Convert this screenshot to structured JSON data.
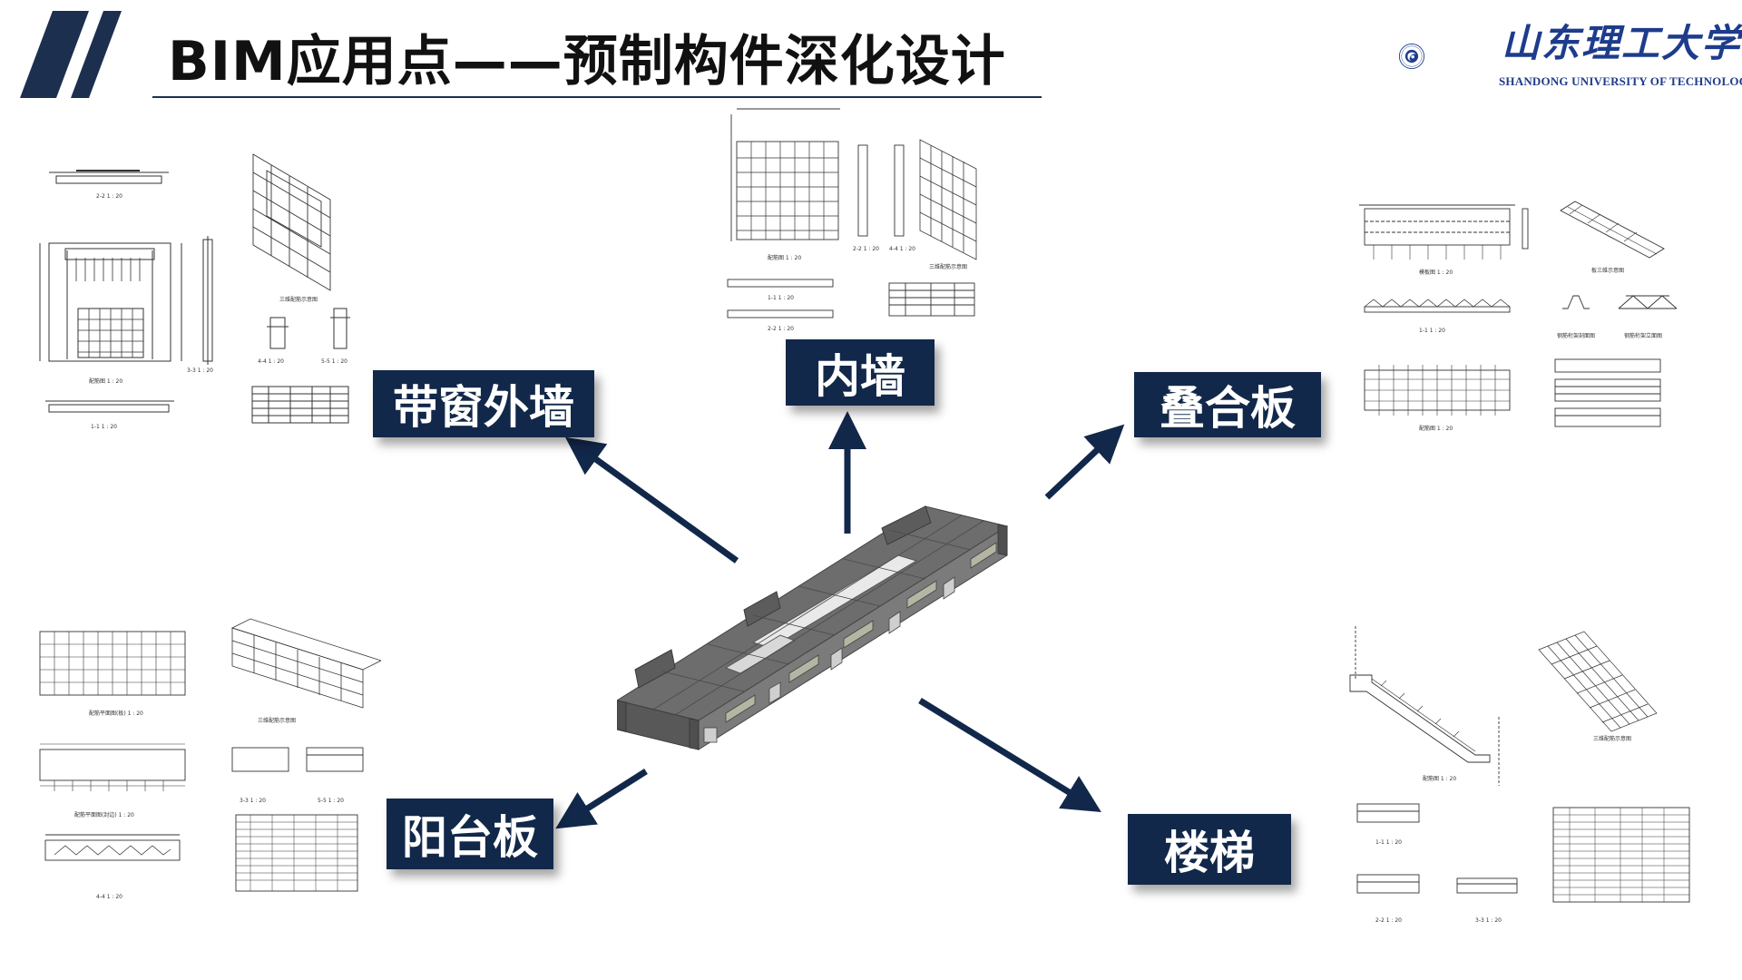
{
  "title": "BIM应用点——预制构件深化设计",
  "logo": {
    "name_cn": "山东理工大学",
    "name_en": "SHANDONG UNIVERSITY OF TECHNOLOGY",
    "seal_text": "SHANDONG UNIVERSITY OF TECHNOLOGY"
  },
  "labels": {
    "window_wall": "带窗外墙",
    "inner_wall": "内墙",
    "composite_slab": "叠合板",
    "balcony_slab": "阳台板",
    "stair": "楼梯"
  },
  "colors": {
    "label_bg": "#12284a",
    "arrow": "#12284a",
    "title_bar": "#1c2f4e",
    "logo_blue": "#1e3c8c"
  },
  "drawings": {
    "window_wall": {
      "section_2_2": "2-2  1 : 20",
      "section_3_3": "3-3  1 : 20",
      "rebar_elevation": "配筋图  1 : 20",
      "section_1_1": "1-1  1 : 20",
      "view_3d": "三维配筋示意图",
      "section_4_4": "4-4  1 : 20",
      "section_5_5": "5-5  1 : 20"
    },
    "inner_wall": {
      "rebar_elevation": "配筋图  1 : 20",
      "section_2_2": "2-2  1 : 20",
      "section_4_4": "4-4  1 : 20",
      "view_3d": "三维配筋示意图",
      "section_1_1": "1-1  1 : 20",
      "section_2_2b": "2-2  1 : 20"
    },
    "composite_slab": {
      "plan": "模板图  1 : 20",
      "view_3d": "板三维示意图",
      "section_1_1": "1-1  1 : 20",
      "truss_section": "钢筋桁架剖面图",
      "truss_elevation": "钢筋桁架立面图",
      "rebar_plan": "配筋图  1 : 20"
    },
    "balcony": {
      "rebar_plan": "配筋平面图(板)  1 : 20",
      "view_3d": "三维配筋示意图",
      "rebar_plan_2": "配筋平面图(封边)  1 : 20",
      "section_3_3": "3-3  1 : 20",
      "section_5_5": "5-5  1 : 20",
      "section_4_4": "4-4  1 : 20"
    },
    "stair": {
      "rebar": "配筋图  1 : 20",
      "view_3d": "三维配筋示意图",
      "section_1_1": "1-1  1 : 20",
      "section_2_2": "2-2  1 : 20",
      "section_3_3": "3-3  1 : 20"
    }
  }
}
